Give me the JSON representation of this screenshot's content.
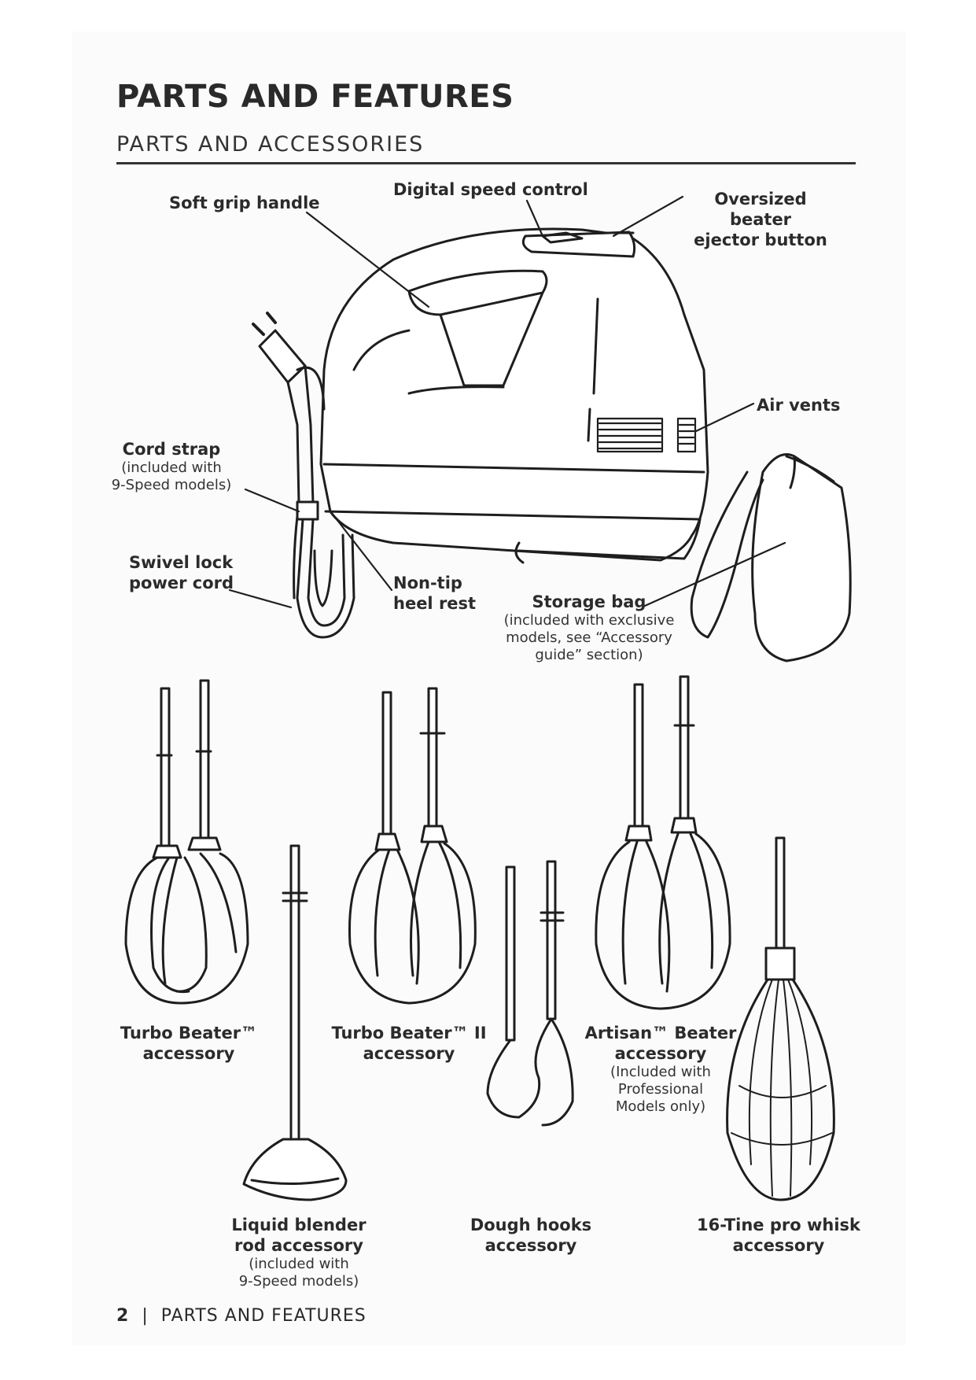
{
  "header": {
    "title": "PARTS AND FEATURES",
    "subtitle": "PARTS AND ACCESSORIES"
  },
  "labels": {
    "soft_grip": "Soft grip handle",
    "digital_speed": "Digital speed control",
    "ejector_1": "Oversized beater",
    "ejector_2": "ejector button",
    "air_vents": "Air vents",
    "cord_strap": "Cord strap",
    "cord_strap_note_1": "(included with",
    "cord_strap_note_2": "9-Speed models)",
    "swivel_1": "Swivel lock",
    "swivel_2": "power cord",
    "nontip_1": "Non-tip",
    "nontip_2": "heel rest",
    "storage": "Storage bag",
    "storage_note_1": "(included with exclusive",
    "storage_note_2": "models, see “Accessory",
    "storage_note_3": "guide” section)",
    "turbo_1": "Turbo Beater™",
    "turbo_2": "accessory",
    "turbo2_1": "Turbo Beater™ II",
    "turbo2_2": "accessory",
    "artisan_1": "Artisan™ Beater",
    "artisan_2": "accessory",
    "artisan_note_1": "(Included with",
    "artisan_note_2": "Professional",
    "artisan_note_3": "Models only)",
    "blender_1": "Liquid blender",
    "blender_2": "rod accessory",
    "blender_note_1": "(included with",
    "blender_note_2": "9-Speed models)",
    "dough_1": "Dough hooks",
    "dough_2": "accessory",
    "whisk_1": "16-Tine pro whisk",
    "whisk_2": "accessory"
  },
  "footer": {
    "page_number": "2",
    "separator": "|",
    "section": "PARTS AND FEATURES"
  }
}
